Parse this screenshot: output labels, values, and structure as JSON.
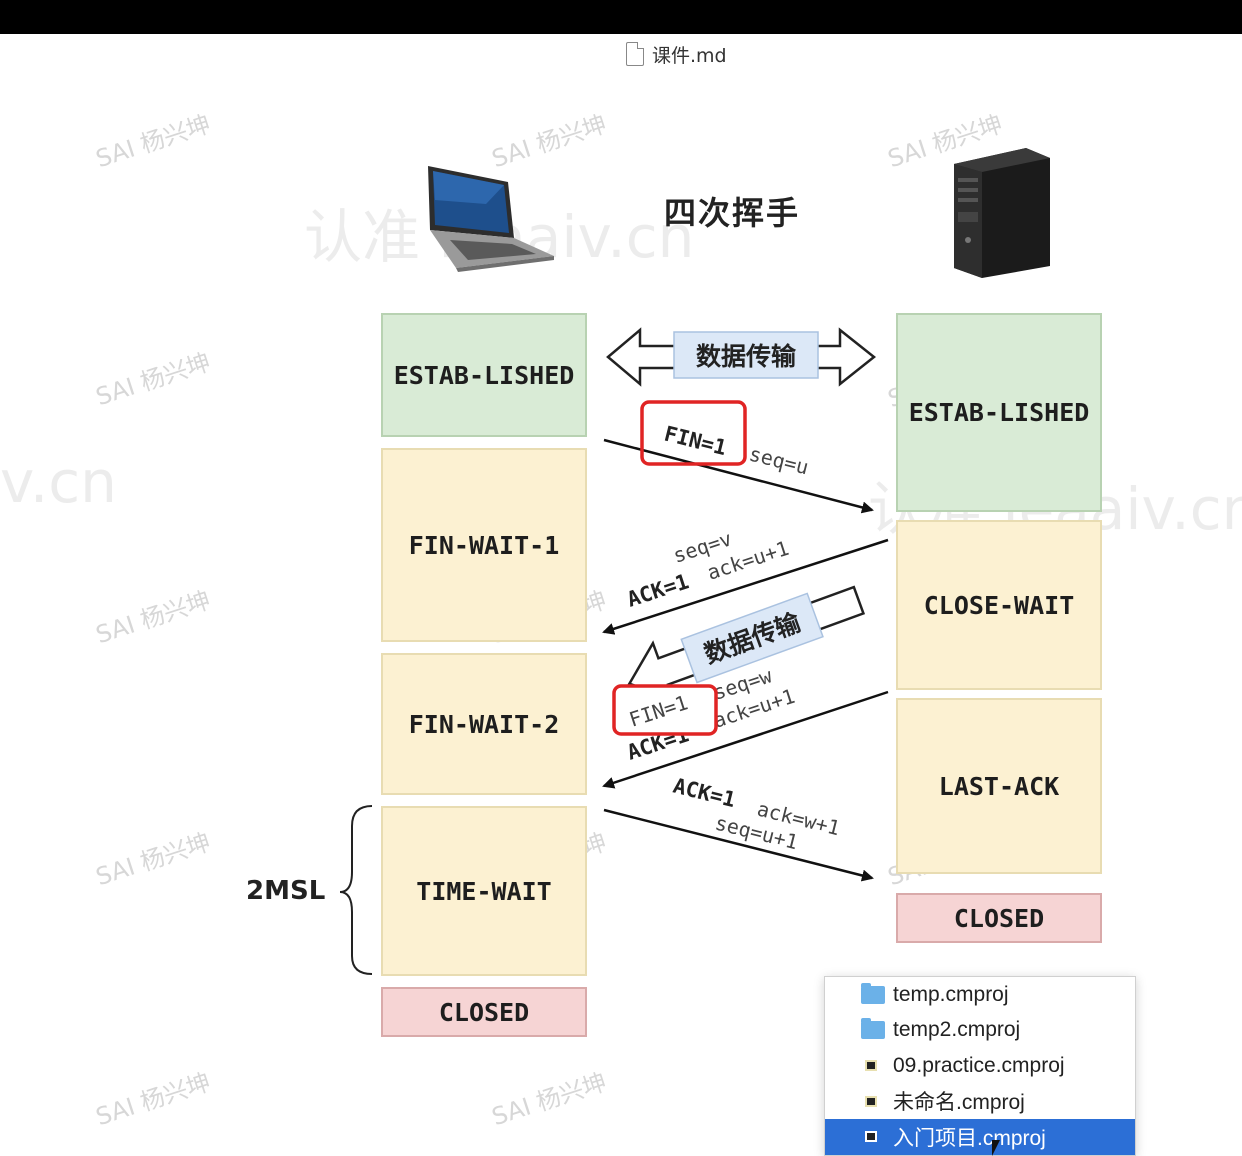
{
  "file": {
    "name": "课件.md",
    "icon": "document-icon"
  },
  "diagram": {
    "title": "四次挥手",
    "client_icon": "laptop-icon",
    "server_icon": "server-tower-icon",
    "client_states": [
      "ESTAB-LISHED",
      "FIN-WAIT-1",
      "FIN-WAIT-2",
      "TIME-WAIT",
      "CLOSED"
    ],
    "server_states": [
      "ESTAB-LISHED",
      "CLOSE-WAIT",
      "LAST-ACK",
      "CLOSED"
    ],
    "data_transfer_label": "数据传输",
    "timer_label": "2MSL",
    "messages": [
      {
        "flag": "FIN=1",
        "seq": "seq=u"
      },
      {
        "flag": "ACK=1",
        "seq": "seq=v",
        "ack": "ack=u+1"
      },
      {
        "flag_fin": "FIN=1",
        "flag_ack": "ACK=1",
        "seq": "seq=w",
        "ack": "ack=u+1"
      },
      {
        "flag": "ACK=1",
        "ack": "ack=w+1",
        "seq": "seq=u+1"
      }
    ],
    "highlight_color": "#e02424",
    "colors": {
      "established": "#d9ebd6",
      "waiting": "#fcf1d2",
      "closed": "#f6d4d4"
    }
  },
  "watermark": {
    "text": "SAI 杨兴坤",
    "text2": "认准",
    "site_fragment": "leaaiv.cn",
    "site_short": "v.cn"
  },
  "file_menu": {
    "items": [
      {
        "label": "temp.cmproj",
        "icon": "folder-icon"
      },
      {
        "label": "temp2.cmproj",
        "icon": "folder-icon"
      },
      {
        "label": "09.practice.cmproj",
        "icon": "project-file-icon"
      },
      {
        "label": "未命名.cmproj",
        "icon": "project-file-icon"
      },
      {
        "label": "入门项目.cmproj",
        "icon": "project-file-icon",
        "selected": true
      }
    ]
  }
}
